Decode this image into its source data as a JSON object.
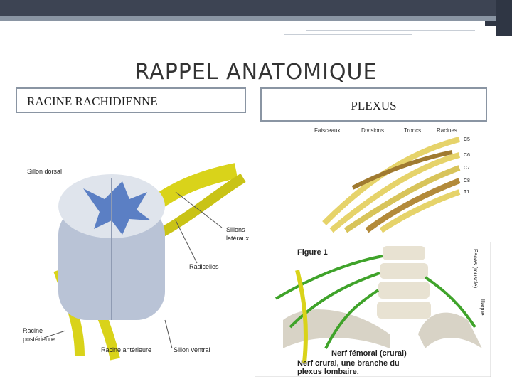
{
  "slide": {
    "title": "RAPPEL ANATOMIQUE",
    "left_label": "RACINE RACHIDIENNE",
    "right_label": "PLEXUS"
  },
  "spinal_figure": {
    "labels": {
      "sillon_dorsal": "Sillon dorsal",
      "sillons_lateraux_1": "Sillons",
      "sillons_lateraux_2": "latéraux",
      "radicelles": "Radicelles",
      "racine_posterieure_1": "Racine",
      "racine_posterieure_2": "postérieure",
      "racine_anterieure": "Racine antérieure",
      "sillon_ventral": "Sillon ventral"
    }
  },
  "plexus_figure": {
    "columns": [
      "Faisceaux",
      "Divisions",
      "Troncs",
      "Racines"
    ],
    "roots": [
      "C5",
      "C6",
      "C7",
      "C8",
      "T1"
    ]
  },
  "lumbar_figure": {
    "caption_1": "Figure 1",
    "vert_label_1": "Psoas (muscle)",
    "vert_label_2": "Iliaque",
    "bottom_title": "Nerf fémoral (crural)",
    "bottom_caption_1": "Nerf crural, une branche du",
    "bottom_caption_2": "plexus lombaire."
  },
  "colors": {
    "header_dark": "#3d4453",
    "header_mid": "#8a95a3",
    "nerve_yellow": "#d9d31a",
    "cord_blue": "#5b7fc4",
    "nerve_green": "#3fa32a"
  }
}
